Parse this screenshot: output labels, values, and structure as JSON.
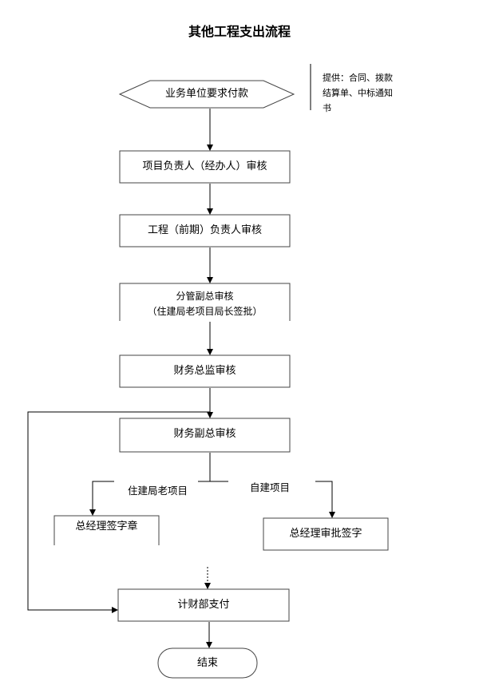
{
  "title": "其他工程支出流程",
  "note": "提供：合同、拨款结算单、中标通知书",
  "nodes": {
    "start": "业务单位要求付款",
    "project_leader": "项目负责人（经办人）审核",
    "engineering_leader": "工程（前期）负责人审核",
    "deputy_gm_line1": "分管副总审核",
    "deputy_gm_line2": "（住建局老项目局长签批）",
    "finance_director": "财务总监审核",
    "finance_deputy": "财务副总审核",
    "gm_sign_seal": "总经理签字章",
    "gm_approve_sign": "总经理审批签字",
    "payment": "计财部支付",
    "end": "结束"
  },
  "branches": {
    "left": "住建局老项目",
    "right": "自建项目"
  }
}
